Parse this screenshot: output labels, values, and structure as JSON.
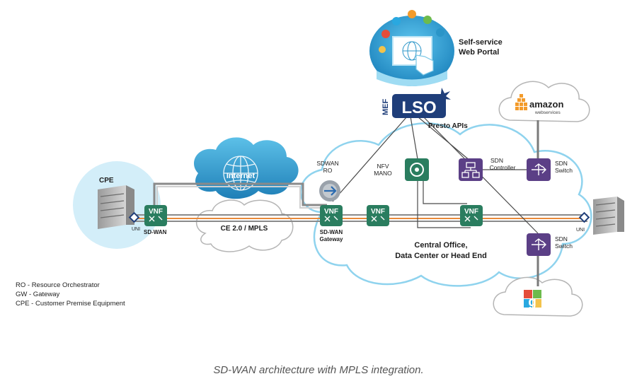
{
  "portal": {
    "label_line1": "Self-service",
    "label_line2": "Web Portal"
  },
  "lso": {
    "brand_small": "MEF",
    "brand_big": "LSO",
    "apis_label": "Presto APIs"
  },
  "cloud_labels": {
    "internet": "Internet",
    "mpls": "CE 2.0 / MPLS"
  },
  "amazon": {
    "name": "amazon",
    "sub": "webservices"
  },
  "nodes": {
    "cpe": "CPE",
    "uni_left": "UNI",
    "uni_right": "UNI",
    "sd_wan": "SD-WAN",
    "sdwan_gateway_line1": "SD-WAN",
    "sdwan_gateway_line2": "Gateway",
    "sdwan_ro_line1": "SDWAN",
    "sdwan_ro_line2": "RO",
    "nfv_mano_line1": "NFV",
    "nfv_mano_line2": "MANO",
    "sdn_controller_line1": "SDN",
    "sdn_controller_line2": "Controller",
    "sdn_switch_top_line1": "SDN",
    "sdn_switch_top_line2": "Switch",
    "sdn_switch_bottom_line1": "SDN",
    "sdn_switch_bottom_line2": "Switch",
    "vnf": "VNF",
    "central_line1": "Central Office,",
    "central_line2": "Data Center or Head End"
  },
  "legend": [
    "RO - Resource Orchestrator",
    "GW - Gateway",
    "CPE -  Customer Premise Equipment"
  ],
  "caption": "SD-WAN architecture with MPLS integration.",
  "colors": {
    "vnf_green": "#2a7d5f",
    "sdn_purple": "#5b3f86",
    "cloud_blue_stroke": "#8fd3ee",
    "internet_blue": "#2a95c8",
    "mef_navy": "#1f3e7a",
    "path_orange": "#e98a3a",
    "path_gray": "#8a8a8a"
  }
}
